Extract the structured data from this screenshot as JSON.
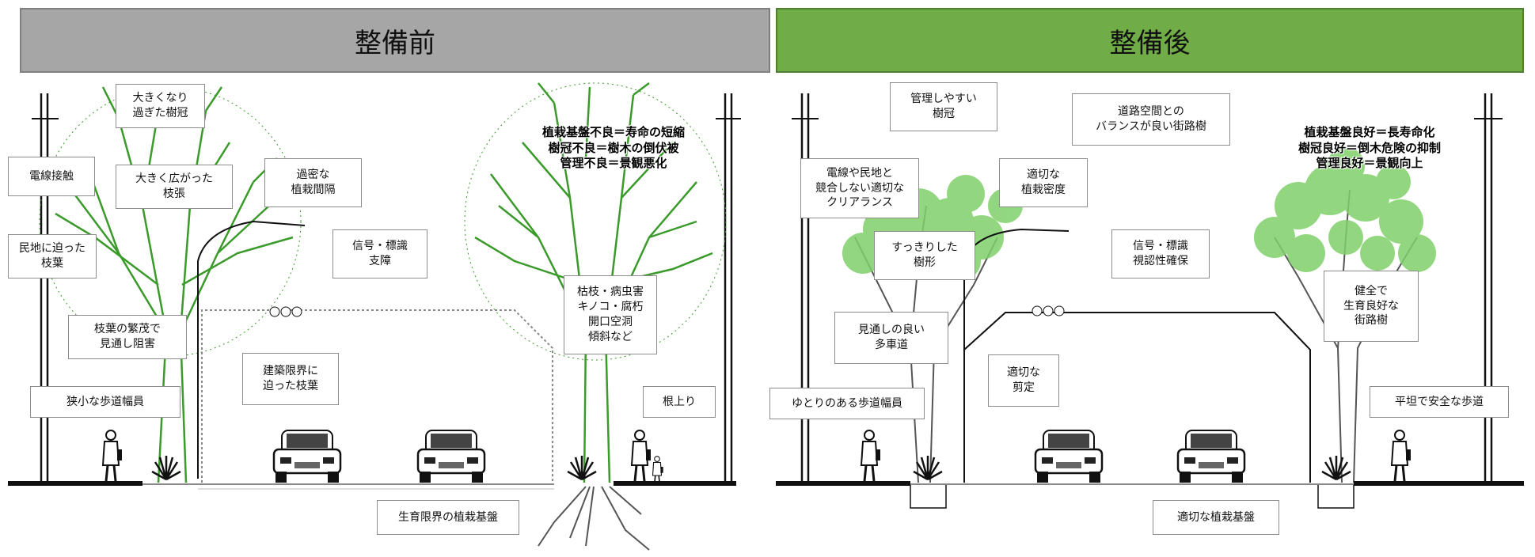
{
  "panels": {
    "before": {
      "title": "整備前",
      "color": "#a6a6a6",
      "labels": {
        "oversized_crown": "大きくなり\n過ぎた樹冠",
        "wire_contact": "電線接触",
        "spread_branches": "大きく広がった\n枝張",
        "dense_spacing": "過密な\n植栽間隔",
        "approach_private": "民地に迫った\n枝葉",
        "signal_obstruct": "信号・標識\n支障",
        "visibility_block": "枝葉の繁茂で\n見通し阻害",
        "decay": "枯枝・病虫害\nキノコ・腐朽\n開口空洞\n傾斜など",
        "building_limit": "建築限界に\n迫った枝葉",
        "narrow_sidewalk": "狭小な歩道幅員",
        "root_lift": "根上り",
        "growth_limit": "生育限界の植栽基盤"
      },
      "bold_note": "植栽基盤不良＝寿命の短縮\n樹冠不良＝樹木の倒伏被\n管理不良＝景観悪化"
    },
    "after": {
      "title": "整備後",
      "color": "#70ad47",
      "labels": {
        "easy_crown": "管理しやすい\n樹冠",
        "balance_trees": "道路空間との\nバランスが良い街路樹",
        "clearance": "電線や民地と\n競合しない適切な\nクリアランス",
        "proper_density": "適切な\n植栽密度",
        "neat_shape": "すっきりした\n樹形",
        "signal_visible": "信号・標識\n視認性確保",
        "healthy_trees": "健全で\n生育良好な\n街路樹",
        "good_visibility": "見通しの良い\n多車道",
        "proper_pruning": "適切な\n剪定",
        "wide_sidewalk": "ゆとりのある歩道幅員",
        "flat_sidewalk": "平坦で安全な歩道",
        "proper_base": "適切な植栽基盤"
      },
      "bold_note": "植栽基盤良好＝長寿命化\n樹冠良好＝倒木危険の抑制\n管理良好＝景観向上"
    }
  },
  "colors": {
    "tree_line": "#3a9a2a",
    "leaf_fill": "#7fd16a",
    "ground": "#111111",
    "dotted": "#888888"
  }
}
